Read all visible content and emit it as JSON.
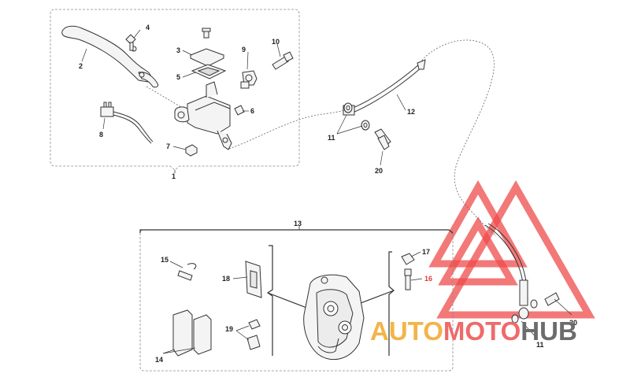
{
  "diagram": {
    "callouts": {
      "c1": "1",
      "c2": "2",
      "c3": "3",
      "c4": "4",
      "c5": "5",
      "c6": "6",
      "c7": "7",
      "c8": "8",
      "c9": "9",
      "c10": "10",
      "c11": "11",
      "c11b": "11",
      "c12": "12",
      "c13": "13",
      "c14": "14",
      "c15": "15",
      "c16": "16",
      "c17": "17",
      "c18": "18",
      "c19": "19",
      "c20": "20",
      "c20b": "20"
    },
    "colors": {
      "line": "#333333",
      "frame": "#8a8a8a",
      "part_fill": "#f4f4f4",
      "watermark_red": "#ef4b4b",
      "highlight_red": "#e23b3b"
    }
  },
  "watermark": {
    "part1": "AUTO",
    "part2": "MOTO",
    "part3": "HUB"
  }
}
